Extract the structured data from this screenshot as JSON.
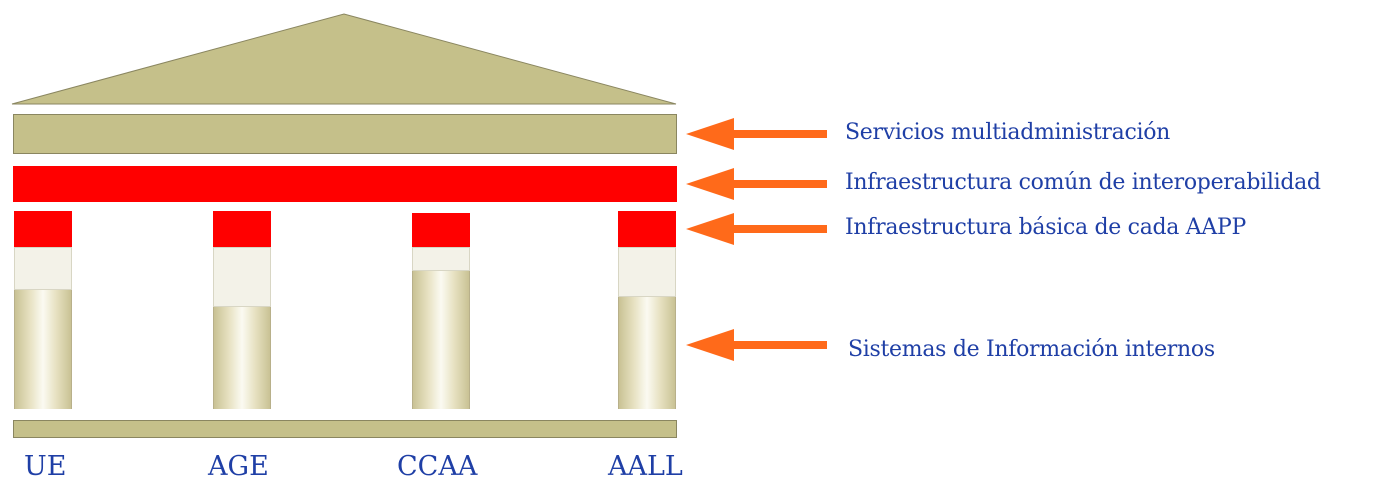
{
  "layers": [
    {
      "id": "services",
      "label": "Servicios multiadministración"
    },
    {
      "id": "common_infra",
      "label": "Infraestructura común de interoperabilidad"
    },
    {
      "id": "basic_infra",
      "label": "Infraestructura básica de cada AAPP"
    },
    {
      "id": "internal_systems",
      "label": "Sistemas de Información internos"
    }
  ],
  "administrations": [
    "UE",
    "AGE",
    "CCAA",
    "AALL"
  ],
  "colors": {
    "roof": "#c5c08a",
    "interop_red": "#ff0000",
    "arrow": "#ff6a1a",
    "text": "#1f3fa6"
  },
  "icons": {
    "arrow": "left-arrow-icon"
  }
}
